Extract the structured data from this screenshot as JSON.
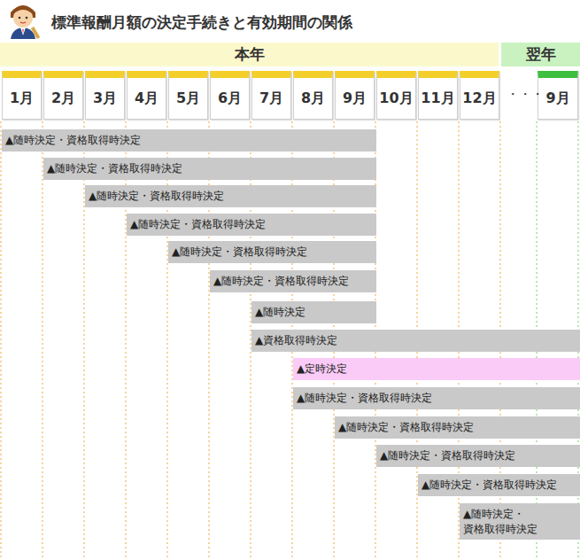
{
  "diagram": {
    "title": "標準報酬月額の決定手続きと有効期間の関係",
    "nodes": [
      {
        "text": [
          "本年"
        ]
      },
      {
        "text": [
          "翌年"
        ]
      },
      {
        "text": [
          "1月"
        ]
      },
      {
        "text": [
          "2月"
        ]
      },
      {
        "text": [
          "3月"
        ]
      },
      {
        "text": [
          "4月"
        ]
      },
      {
        "text": [
          "5月"
        ]
      },
      {
        "text": [
          "6月"
        ]
      },
      {
        "text": [
          "7月"
        ]
      },
      {
        "text": [
          "8月"
        ]
      },
      {
        "text": [
          "9月"
        ]
      },
      {
        "text": [
          "10月"
        ]
      },
      {
        "text": [
          "11月"
        ]
      },
      {
        "text": [
          "12月"
        ]
      },
      {
        "text": [
          "9月"
        ]
      },
      {
        "text": [
          "▲随時決定・資格取得時決定"
        ]
      },
      {
        "text": [
          "▲随時決定・資格取得時決定"
        ]
      },
      {
        "text": [
          "▲随時決定・資格取得時決定"
        ]
      },
      {
        "text": [
          "▲随時決定・資格取得時決定"
        ]
      },
      {
        "text": [
          "▲随時決定・資格取得時決定"
        ]
      },
      {
        "text": [
          "▲随時決定・資格取得時決定"
        ]
      },
      {
        "text": [
          "▲随時決定"
        ]
      },
      {
        "text": [
          "▲資格取得時決定"
        ]
      },
      {
        "text": [
          "▲定時決定"
        ]
      },
      {
        "text": [
          "▲随時決定・資格取得時決定"
        ]
      },
      {
        "text": [
          "▲随時決定・資格取得時決定"
        ]
      },
      {
        "text": [
          "▲随時決定・資格取得時決定"
        ]
      },
      {
        "text": [
          "▲随時決定・資格取得時決定"
        ]
      },
      {
        "text": [
          "▲随時決定・ 資格取得時決定"
        ]
      }
    ],
    "labels": [
      "・・・・"
    ]
  }
}
